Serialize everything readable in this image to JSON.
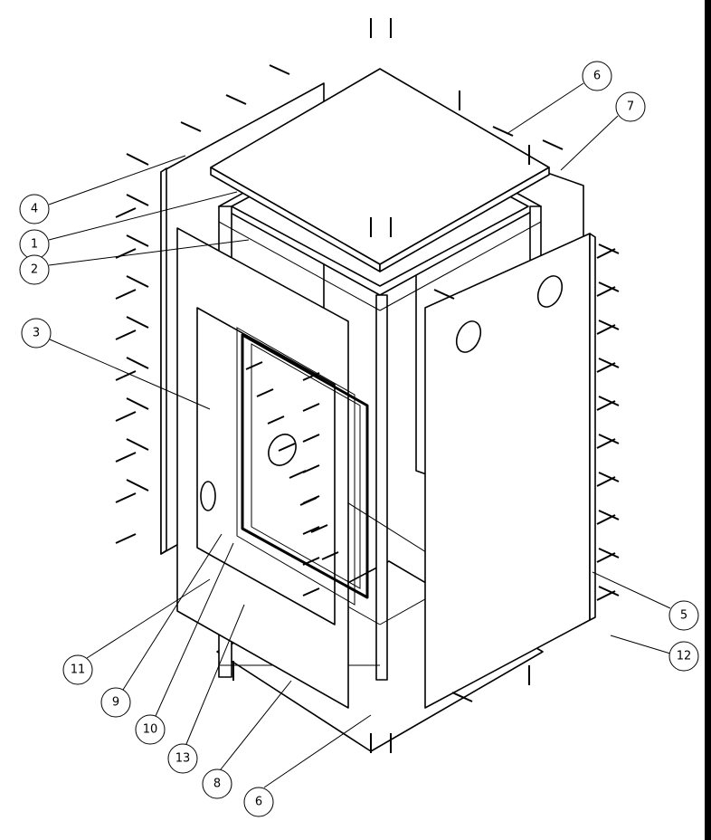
{
  "drawing": {
    "balloons": [
      "6",
      "7",
      "4",
      "1",
      "2",
      "3",
      "5",
      "12",
      "11",
      "9",
      "10",
      "13",
      "8",
      "6"
    ]
  }
}
